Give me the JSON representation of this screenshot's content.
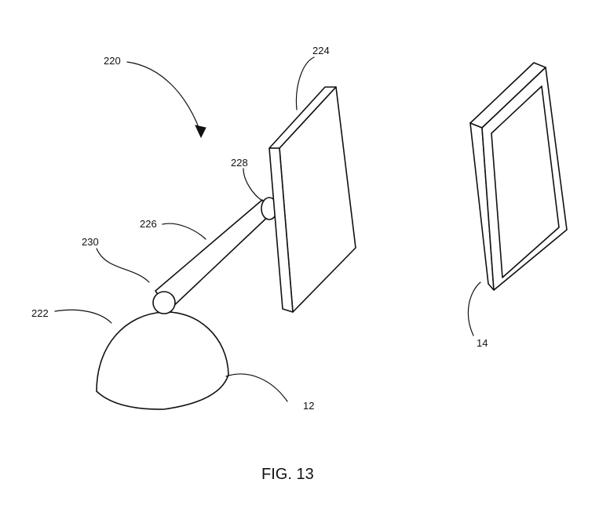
{
  "figure": {
    "caption": "FIG. 13",
    "labels": {
      "assembly": "220",
      "base": "222",
      "display": "224",
      "arm": "226",
      "upper_joint": "228",
      "lower_joint": "230",
      "base_ref": "12",
      "remote_display": "14"
    }
  }
}
